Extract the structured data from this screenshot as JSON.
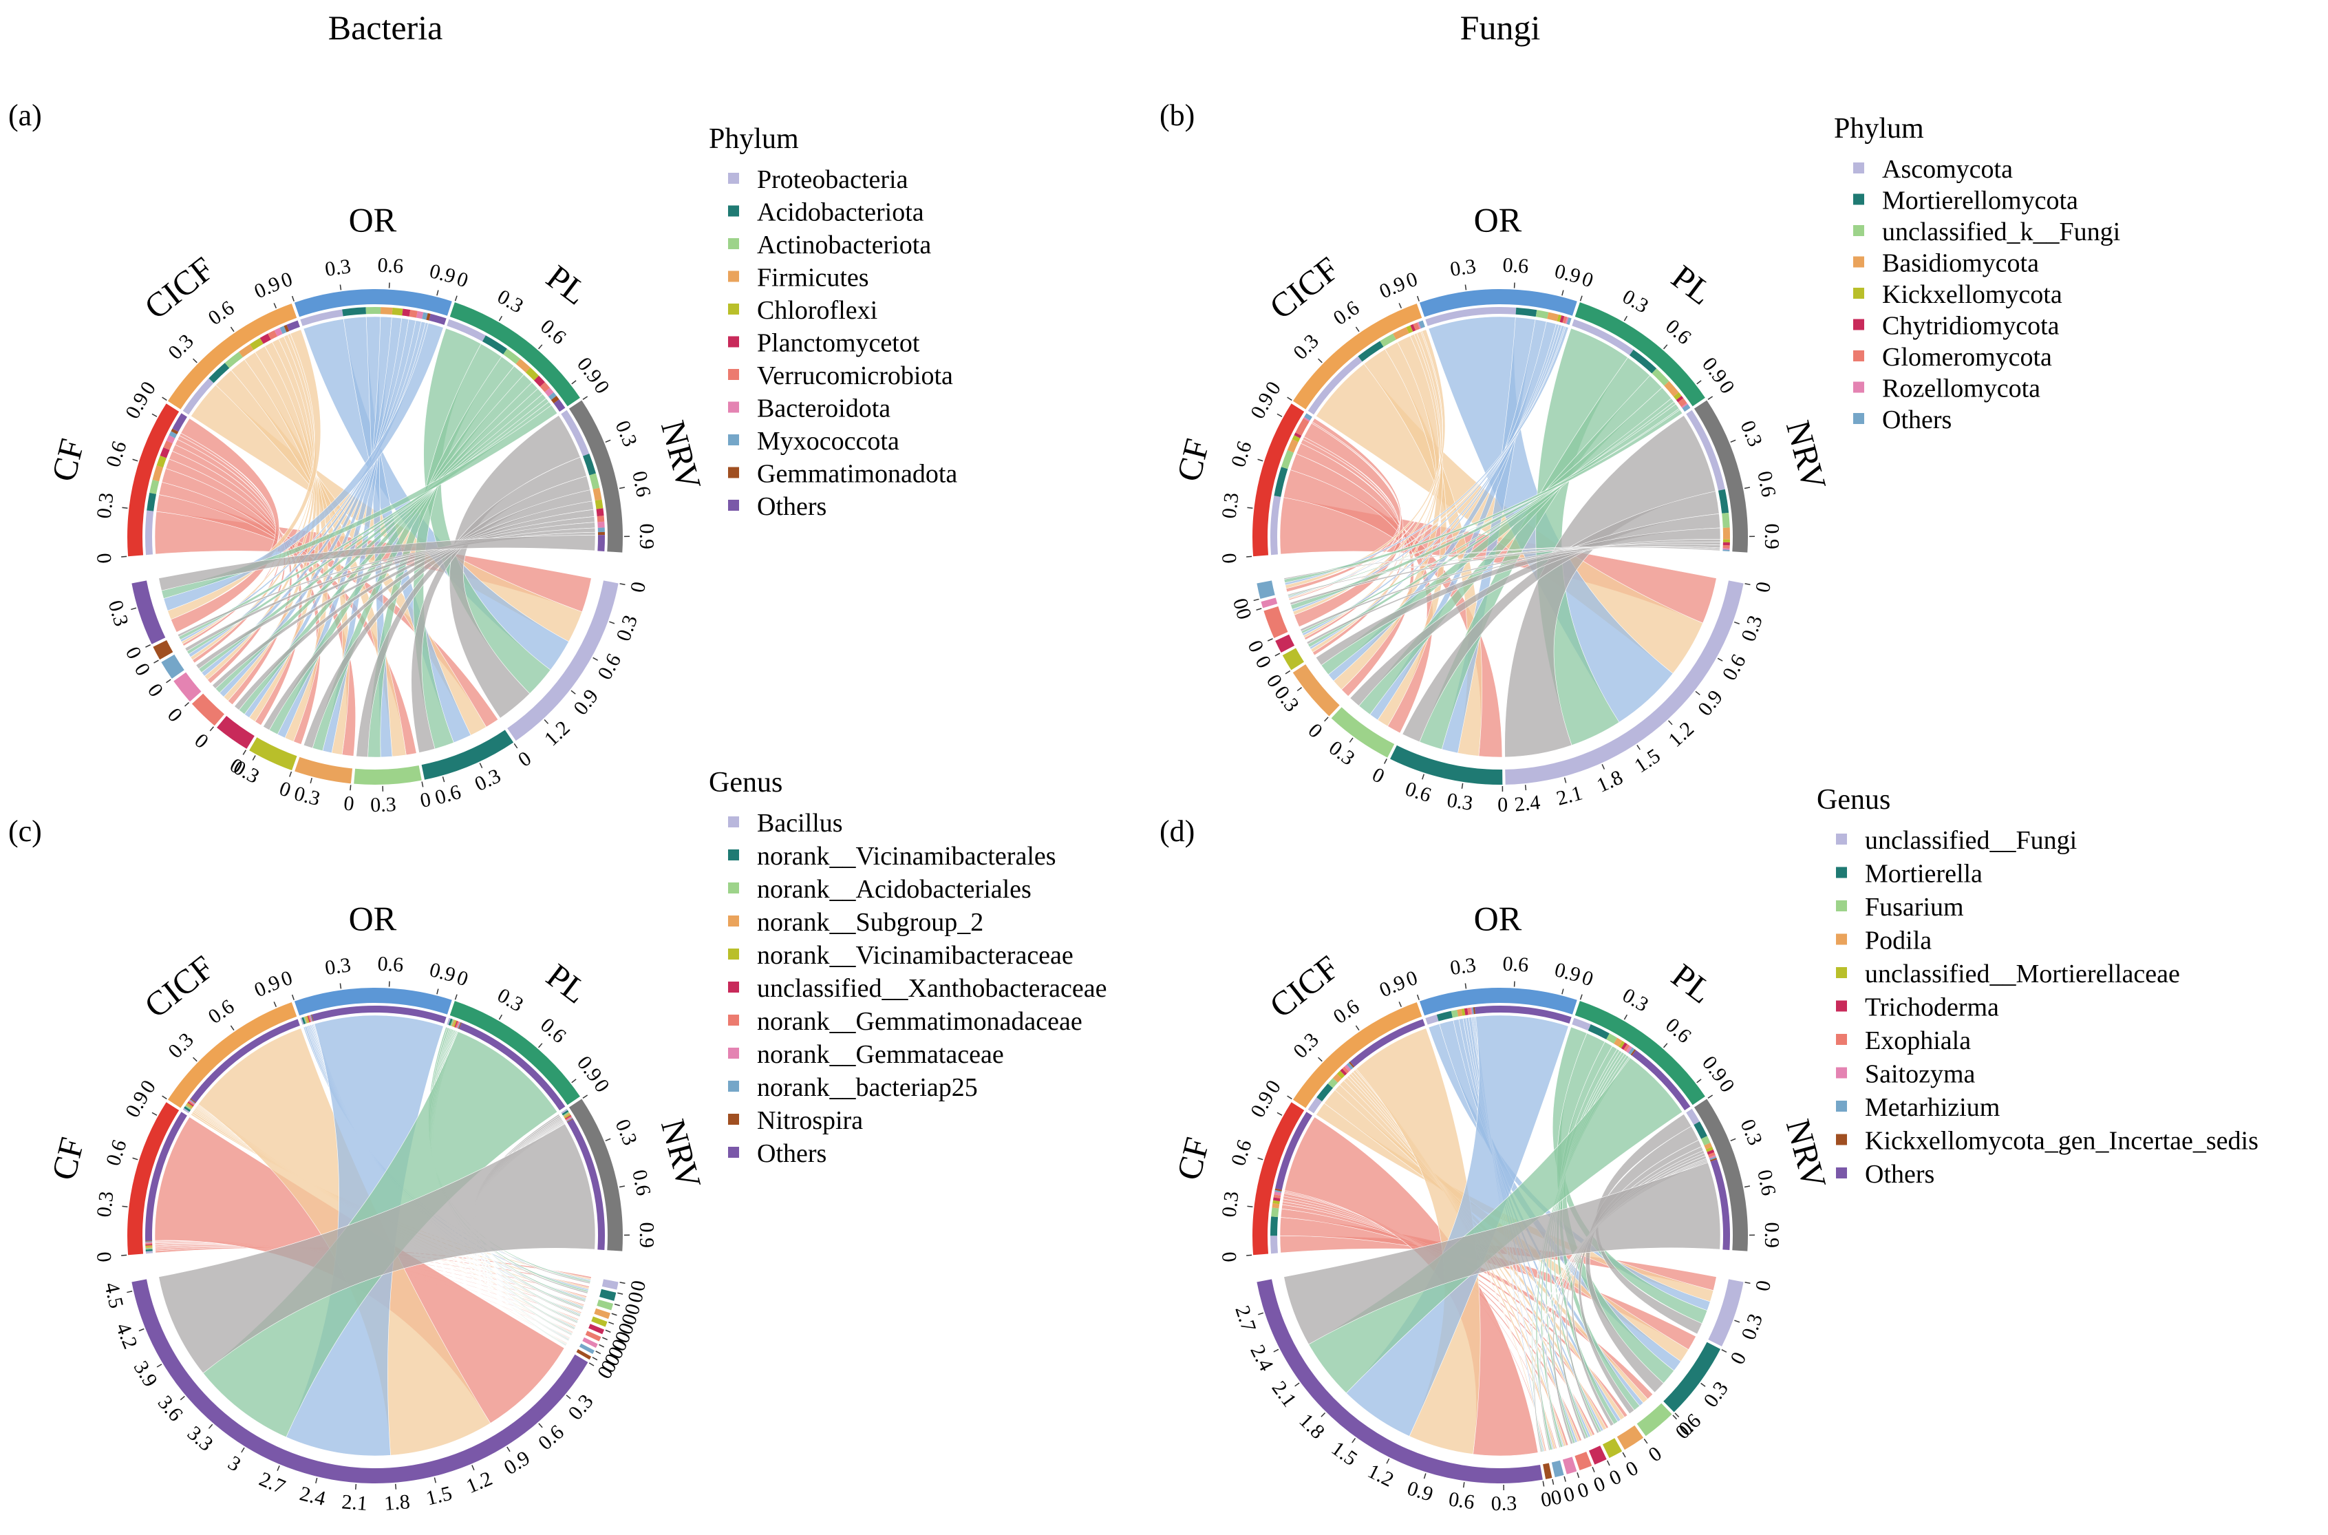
{
  "figure": {
    "column_titles": [
      "Bacteria",
      "Fungi"
    ]
  },
  "colors": {
    "groups": {
      "CF": "#e2372f",
      "CICF": "#eea353",
      "OR": "#5c97d6",
      "PL": "#2e9a6e",
      "NRV": "#7a7a7a"
    },
    "ribbons": {
      "CF": "#ee8c82",
      "CICF": "#f3cc9c",
      "OR": "#9bbce4",
      "PL": "#8cc8a2",
      "NRV": "#acaaaa"
    },
    "taxa": [
      "#b9b7dc",
      "#1f7a73",
      "#9dd38a",
      "#eaa35b",
      "#b9bf2a",
      "#c82a5a",
      "#ec7b6f",
      "#e483b2",
      "#75a6c8",
      "#a04f21",
      "#7a58a8"
    ]
  },
  "chart_data": [
    {
      "panel": "(a)",
      "type": "chord",
      "title": "Bacteria",
      "legend_title": "Phylum",
      "groups": [
        "CF",
        "CICF",
        "OR",
        "PL",
        "NRV"
      ],
      "taxa": [
        "Proteobacteria",
        "Acidobacteriota",
        "Actinobacteriota",
        "Firmicutes",
        "Chloroflexi",
        "Planctomycetot",
        "Verrucomicrobiota",
        "Bacteroidota",
        "Myxococcota",
        "Gemmatimonadota",
        "Others"
      ],
      "matrix": [
        [
          0.3,
          0.28,
          0.29,
          0.27,
          0.33
        ],
        [
          0.12,
          0.15,
          0.16,
          0.17,
          0.14
        ],
        [
          0.09,
          0.12,
          0.1,
          0.11,
          0.1
        ],
        [
          0.1,
          0.09,
          0.08,
          0.09,
          0.08
        ],
        [
          0.07,
          0.08,
          0.07,
          0.08,
          0.06
        ],
        [
          0.06,
          0.06,
          0.05,
          0.06,
          0.05
        ],
        [
          0.05,
          0.05,
          0.05,
          0.05,
          0.04
        ],
        [
          0.04,
          0.04,
          0.04,
          0.04,
          0.04
        ],
        [
          0.03,
          0.03,
          0.03,
          0.03,
          0.03
        ],
        [
          0.02,
          0.02,
          0.02,
          0.03,
          0.02
        ],
        [
          0.12,
          0.08,
          0.11,
          0.07,
          0.11
        ]
      ],
      "tick_step": 0.3
    },
    {
      "panel": "(b)",
      "type": "chord",
      "title": "Fungi",
      "legend_title": "Phylum",
      "groups": [
        "CF",
        "CICF",
        "OR",
        "PL",
        "NRV"
      ],
      "taxa": [
        "Ascomycota",
        "Mortierellomycota",
        "unclassified_k__Fungi",
        "Basidiomycota",
        "Kickxellomycota",
        "Chytridiomycota",
        "Glomeromycota",
        "Rozellomycota",
        "Others"
      ],
      "matrix": [
        [
          0.4,
          0.5,
          0.62,
          0.45,
          0.58
        ],
        [
          0.2,
          0.18,
          0.14,
          0.2,
          0.16
        ],
        [
          0.12,
          0.1,
          0.08,
          0.12,
          0.1
        ],
        [
          0.08,
          0.1,
          0.07,
          0.1,
          0.08
        ],
        [
          0.03,
          0.03,
          0.02,
          0.03,
          0.02
        ],
        [
          0.02,
          0.02,
          0.02,
          0.02,
          0.02
        ],
        [
          0.11,
          0.03,
          0.02,
          0.04,
          0.02
        ],
        [
          0.01,
          0.01,
          0.01,
          0.01,
          0.01
        ],
        [
          0.03,
          0.03,
          0.02,
          0.03,
          0.01
        ]
      ],
      "tick_step": 0.3
    },
    {
      "panel": "(c)",
      "type": "chord",
      "legend_title": "Genus",
      "groups": [
        "CF",
        "CICF",
        "OR",
        "PL",
        "NRV"
      ],
      "taxa": [
        "Bacillus",
        "norank__Vicinamibacterales",
        "norank__Acidobacteriales",
        "norank__Subgroup_2",
        "norank__Vicinamibacteraceae",
        "unclassified__Xanthobacteraceae",
        "norank__Gemmatimonadaceae",
        "norank__Gemmataceae",
        "norank__bacteriap25",
        "Nitrospira",
        "Others"
      ],
      "matrix": [
        [
          0.015,
          0.012,
          0.01,
          0.012,
          0.011
        ],
        [
          0.012,
          0.014,
          0.013,
          0.014,
          0.012
        ],
        [
          0.01,
          0.011,
          0.01,
          0.011,
          0.01
        ],
        [
          0.009,
          0.01,
          0.009,
          0.01,
          0.009
        ],
        [
          0.008,
          0.009,
          0.008,
          0.009,
          0.008
        ],
        [
          0.008,
          0.008,
          0.007,
          0.008,
          0.007
        ],
        [
          0.007,
          0.008,
          0.007,
          0.008,
          0.007
        ],
        [
          0.007,
          0.007,
          0.006,
          0.007,
          0.006
        ],
        [
          0.006,
          0.006,
          0.006,
          0.006,
          0.006
        ],
        [
          0.005,
          0.006,
          0.005,
          0.006,
          0.005
        ],
        [
          0.913,
          0.909,
          0.919,
          0.909,
          0.919
        ]
      ],
      "tick_step": 0.3
    },
    {
      "panel": "(d)",
      "type": "chord",
      "legend_title": "Genus",
      "groups": [
        "CF",
        "CICF",
        "OR",
        "PL",
        "NRV"
      ],
      "taxa": [
        "unclassified__Fungi",
        "Mortierella",
        "Fusarium",
        "Podila",
        "unclassified__Mortierellaceae",
        "Trichoderma",
        "Exophiala",
        "Saitozyma",
        "Metarhizium",
        "Kickxellomycota_gen_Incertae_sedis",
        "Others"
      ],
      "matrix": [
        [
          0.12,
          0.1,
          0.08,
          0.12,
          0.1
        ],
        [
          0.13,
          0.12,
          0.1,
          0.14,
          0.11
        ],
        [
          0.06,
          0.05,
          0.04,
          0.06,
          0.05
        ],
        [
          0.03,
          0.04,
          0.03,
          0.04,
          0.03
        ],
        [
          0.02,
          0.03,
          0.02,
          0.02,
          0.02
        ],
        [
          0.02,
          0.02,
          0.02,
          0.02,
          0.02
        ],
        [
          0.02,
          0.02,
          0.02,
          0.02,
          0.02
        ],
        [
          0.02,
          0.02,
          0.01,
          0.02,
          0.01
        ],
        [
          0.01,
          0.02,
          0.01,
          0.02,
          0.01
        ],
        [
          0.01,
          0.01,
          0.01,
          0.01,
          0.01
        ],
        [
          0.56,
          0.57,
          0.66,
          0.53,
          0.62
        ]
      ],
      "tick_step": 0.3
    }
  ]
}
